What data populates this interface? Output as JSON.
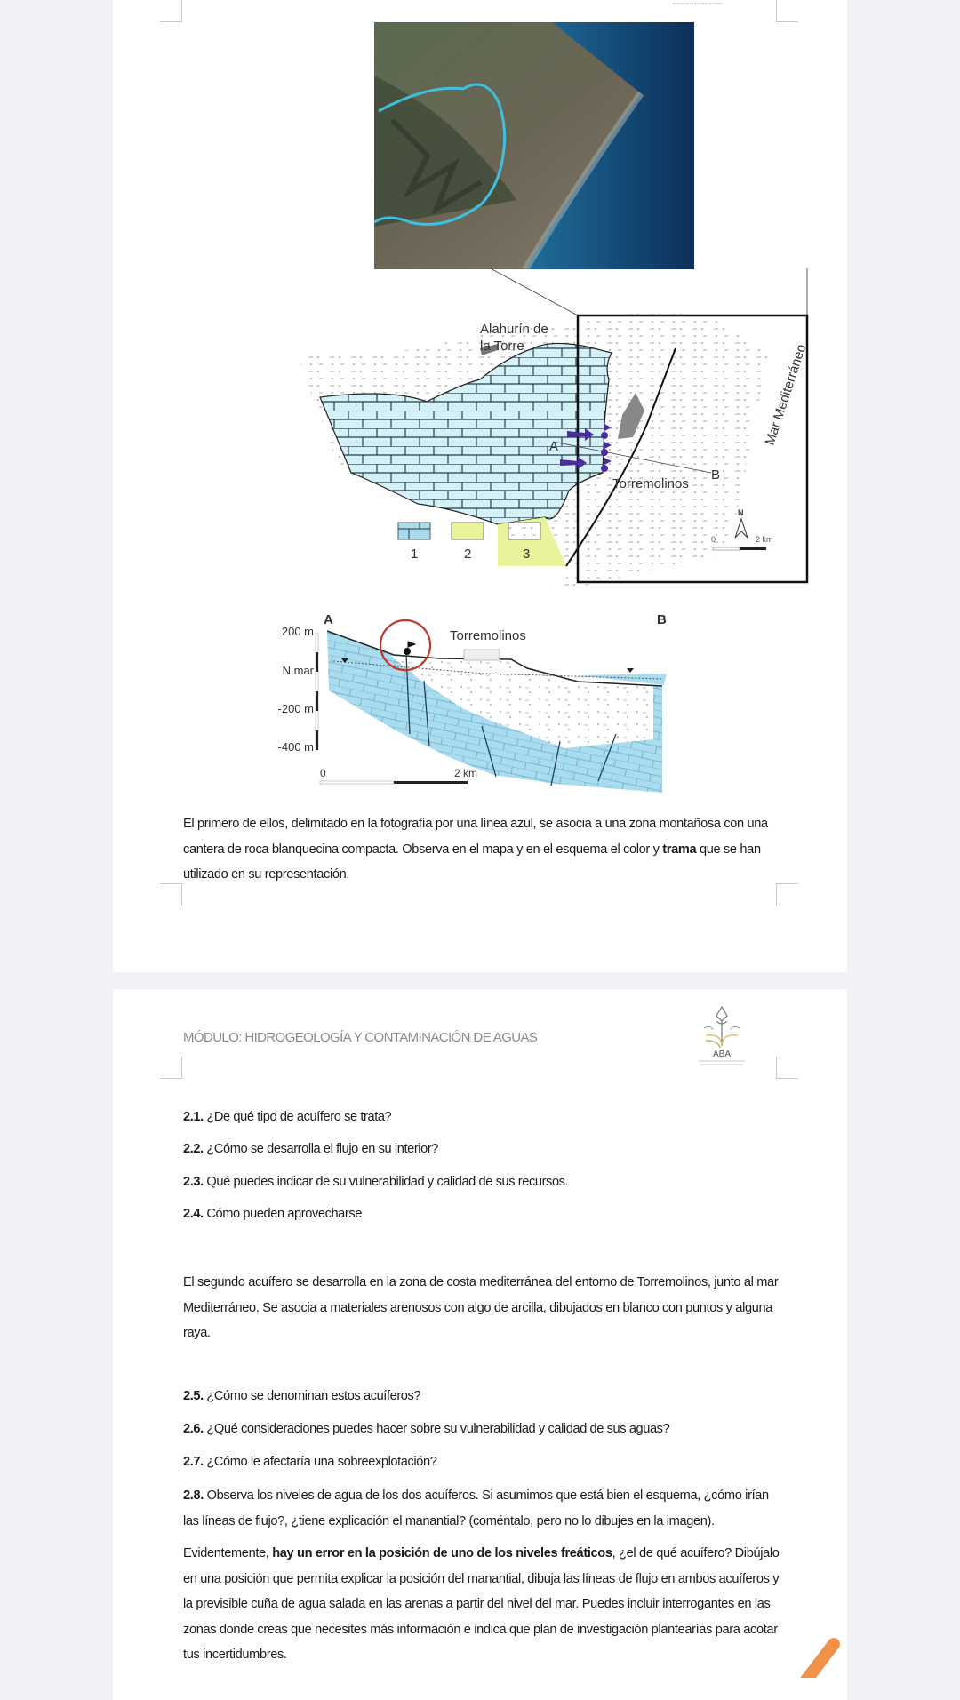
{
  "page1": {
    "header_small": "Programa para el Aprendizaje Aprobación",
    "figure": {
      "map_labels": {
        "town1": "Alahurín de la Torre",
        "town1_line1": "Alahurín de",
        "town1_line2": "la Torre",
        "town2": "Torremolinos",
        "sea": "Mar Mediterráneo",
        "point_a": "A",
        "point_b": "B",
        "north": "N",
        "scale_start": "0",
        "scale_end": "2 km",
        "legend": [
          "1",
          "2",
          "3"
        ]
      },
      "section_labels": {
        "point_a": "A",
        "point_b": "B",
        "town": "Torremolinos",
        "depths": [
          "200 m",
          "N.mar",
          "-200 m",
          "-400 m"
        ],
        "scale_start": "0",
        "scale_end": "2 km"
      }
    },
    "paragraph": {
      "part1": "El primero de ellos, delimitado en la fotografía por una línea azul, se asocia a una zona montañosa con una cantera de roca blanquecina compacta. Observa en el mapa y en el esquema el color y ",
      "bold": "trama",
      "part2": " que se han utilizado en su representación."
    }
  },
  "page2": {
    "header": "MÓDULO: HIDROGEOLOGÍA Y CONTAMINACIÓN DE AGUAS",
    "logo_text": "ABA",
    "questions_a": [
      {
        "num": "2.1.",
        "text": " ¿De qué tipo de acuífero se trata?"
      },
      {
        "num": "2.2.",
        "text": " ¿Cómo se desarrolla el flujo en su interior?"
      },
      {
        "num": "2.3.",
        "text": " Qué puedes indicar de su vulnerabilidad y calidad de sus recursos."
      },
      {
        "num": "2.4.",
        "text": " Cómo pueden aprovecharse"
      }
    ],
    "paragraph2": "El segundo acuífero se desarrolla en la zona de costa mediterránea del entorno de Torremolinos, junto al mar Mediterráneo. Se asocia a materiales arenosos con algo de arcilla, dibujados en blanco con puntos y alguna raya.",
    "questions_b": [
      {
        "num": "2.5.",
        "text": " ¿Cómo se denominan estos acuíferos?"
      },
      {
        "num": "2.6.",
        "text": " ¿Qué consideraciones puedes hacer sobre su vulnerabilidad y calidad de sus aguas?"
      },
      {
        "num": "2.7.",
        "text": " ¿Cómo le afectaría una sobreexplotación?"
      }
    ],
    "q28": {
      "num": "2.8.",
      "text": " Observa los niveles de agua de los dos acuíferos. Si asumimos que está bien el esquema, ¿cómo irían las líneas de flujo?, ¿tiene explicación el manantial? (coméntalo, pero no lo dibujes en la imagen)."
    },
    "final": {
      "part1": "Evidentemente, ",
      "bold": "hay un error en la posición de uno de los niveles freáticos",
      "part2": ", ¿el de qué acuífero? Dibújalo en una posición que permita explicar la posición del manantial, dibuja las líneas de flujo en ambos acuíferos y la previsible cuña de agua salada en las arenas a partir del nivel del mar. Puedes incluir interrogantes en las zonas donde creas que necesites más información e indica que plan de investigación plantearías para acotar tus incertidumbres."
    }
  },
  "colors": {
    "limestone": "#d6f0f8",
    "section_blue": "#a9dcef",
    "arrow": "#4a2c9a",
    "pen": "#f0914a",
    "circle": "#c0392b"
  }
}
